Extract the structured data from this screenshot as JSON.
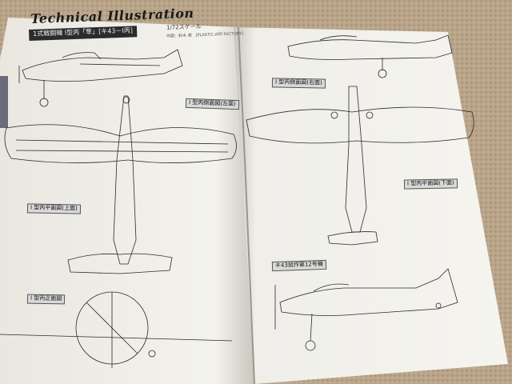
{
  "book": {
    "header_title": "Technical Illustration",
    "header_bar": "1式戦闘機 I型丙「隼」[キ43－I丙]",
    "scale_note": "1/72スケール",
    "scale_sub": "作図：鈴木 満　[PLASTIC-ART-FACTORY]"
  },
  "left_page": {
    "labels": {
      "side_view": "I 型丙側面図(左面)",
      "top_view": "I 型丙平面図(上面)",
      "front_view": "I 型丙正面図"
    }
  },
  "right_page": {
    "labels": {
      "side_view": "I 型丙側面図(右面)",
      "bottom_view": "I 型丙平面図(下面)",
      "prototype_view": "キ43試作第12号機"
    }
  },
  "colors": {
    "carpet": "#b9a58a",
    "page": "#f4f3ee",
    "ink": "#2a2a2a"
  }
}
